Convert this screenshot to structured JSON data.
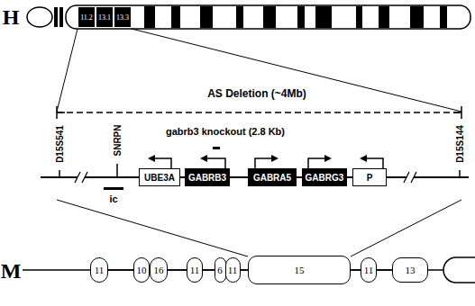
{
  "diagram": {
    "nodes": [
      {
        "text": [
          "11.2"
        ]
      },
      {
        "text": [
          "13.1"
        ]
      },
      {
        "text": [
          "13.3"
        ]
      },
      {
        "text": [
          "UBE3A"
        ]
      },
      {
        "text": [
          "GABRB3"
        ]
      },
      {
        "text": [
          "GABRA5"
        ]
      },
      {
        "text": [
          "GABRG3"
        ]
      },
      {
        "text": [
          "P"
        ]
      },
      {
        "text": [
          "11"
        ]
      },
      {
        "text": [
          "10"
        ]
      },
      {
        "text": [
          "16"
        ]
      },
      {
        "text": [
          "11"
        ]
      },
      {
        "text": [
          "6"
        ]
      },
      {
        "text": [
          "11"
        ]
      },
      {
        "text": [
          "15"
        ]
      },
      {
        "text": [
          "11"
        ]
      },
      {
        "text": [
          "13"
        ]
      }
    ],
    "edges": [
      {
        "from": 3,
        "to": 4,
        "arrow": "none"
      },
      {
        "from": 4,
        "to": 5,
        "arrow": "none"
      },
      {
        "from": 5,
        "to": 6,
        "arrow": "none"
      },
      {
        "from": 6,
        "to": 7,
        "arrow": "none"
      },
      {
        "from": 8,
        "to": 9,
        "arrow": "none"
      },
      {
        "from": 10,
        "to": 11,
        "arrow": "none"
      },
      {
        "from": 11,
        "to": 12,
        "arrow": "none"
      },
      {
        "from": 13,
        "to": 14,
        "arrow": "none"
      },
      {
        "from": 14,
        "to": 15,
        "arrow": "none"
      },
      {
        "from": 15,
        "to": 16,
        "arrow": "none"
      }
    ],
    "labels": [
      "H",
      "AS Deletion (~4Mb)",
      "D15S541",
      "SNRPN",
      "gabrb3 knockout (2.8 Kb)",
      "ic",
      "D15S144",
      "M"
    ]
  }
}
